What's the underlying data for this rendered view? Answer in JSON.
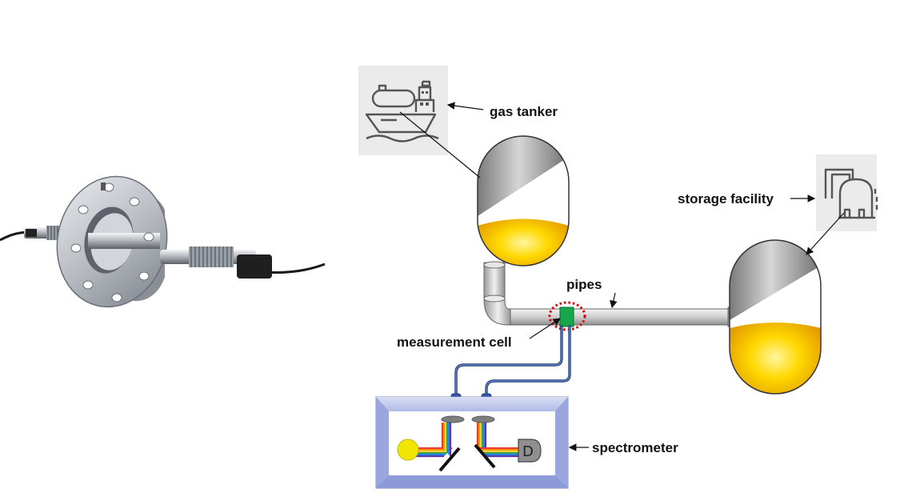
{
  "labels": {
    "gas_tanker": "gas tanker",
    "storage_facility": "storage facility",
    "pipes": "pipes",
    "measurement_cell": "measurement cell",
    "spectrometer": "spectrometer",
    "detector_letter": "D"
  },
  "icons": {
    "gas_tanker": "ship-tanker-icon",
    "storage_facility": "storage-tank-icon"
  },
  "colors": {
    "tank_gray": "#8c8c8c",
    "liquid_yellow": "#f5c400",
    "cell_green": "#14a84b",
    "highlight_red": "#e00000",
    "fiber_blue": "#2f5597",
    "box_lavender": "#b4c0ea",
    "source_yellow": "#f2e600"
  }
}
